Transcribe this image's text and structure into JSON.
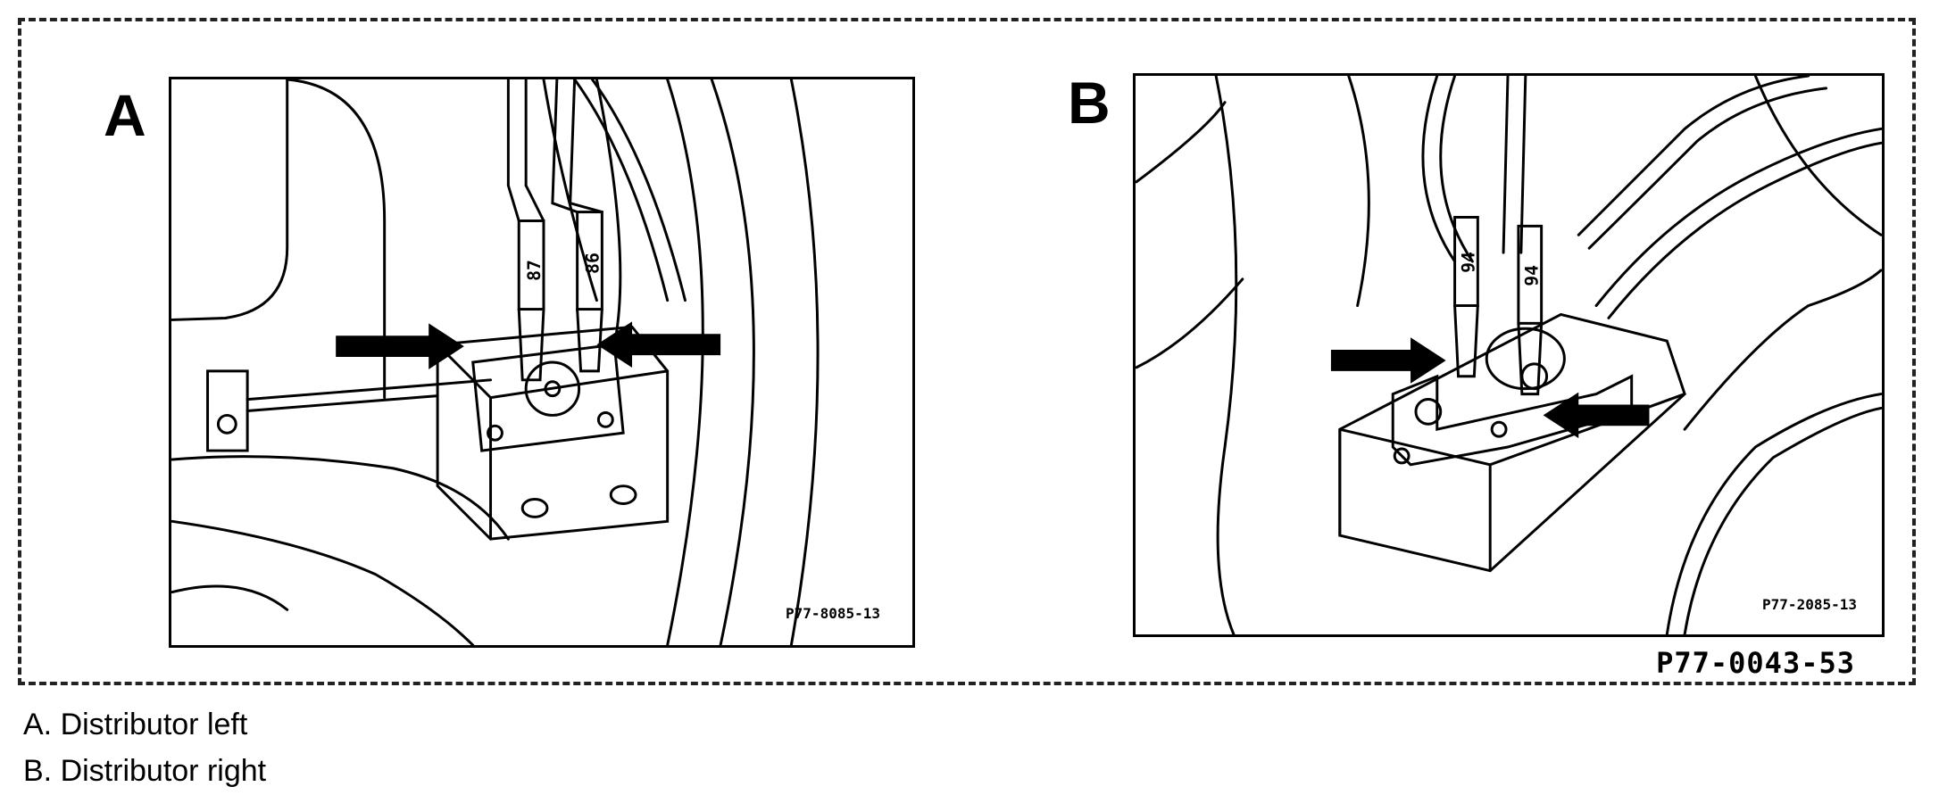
{
  "figure": {
    "panels": [
      {
        "label": "A",
        "part_code": "P77-8085-13",
        "hose_tags": [
          "87",
          "86"
        ]
      },
      {
        "label": "B",
        "part_code": "P77-2085-13",
        "hose_tags": [
          "94",
          "94"
        ]
      }
    ],
    "figure_code": "P77-0043-53"
  },
  "legend": [
    {
      "text": "A. Distributor left"
    },
    {
      "text": "B. Distributor right"
    }
  ]
}
